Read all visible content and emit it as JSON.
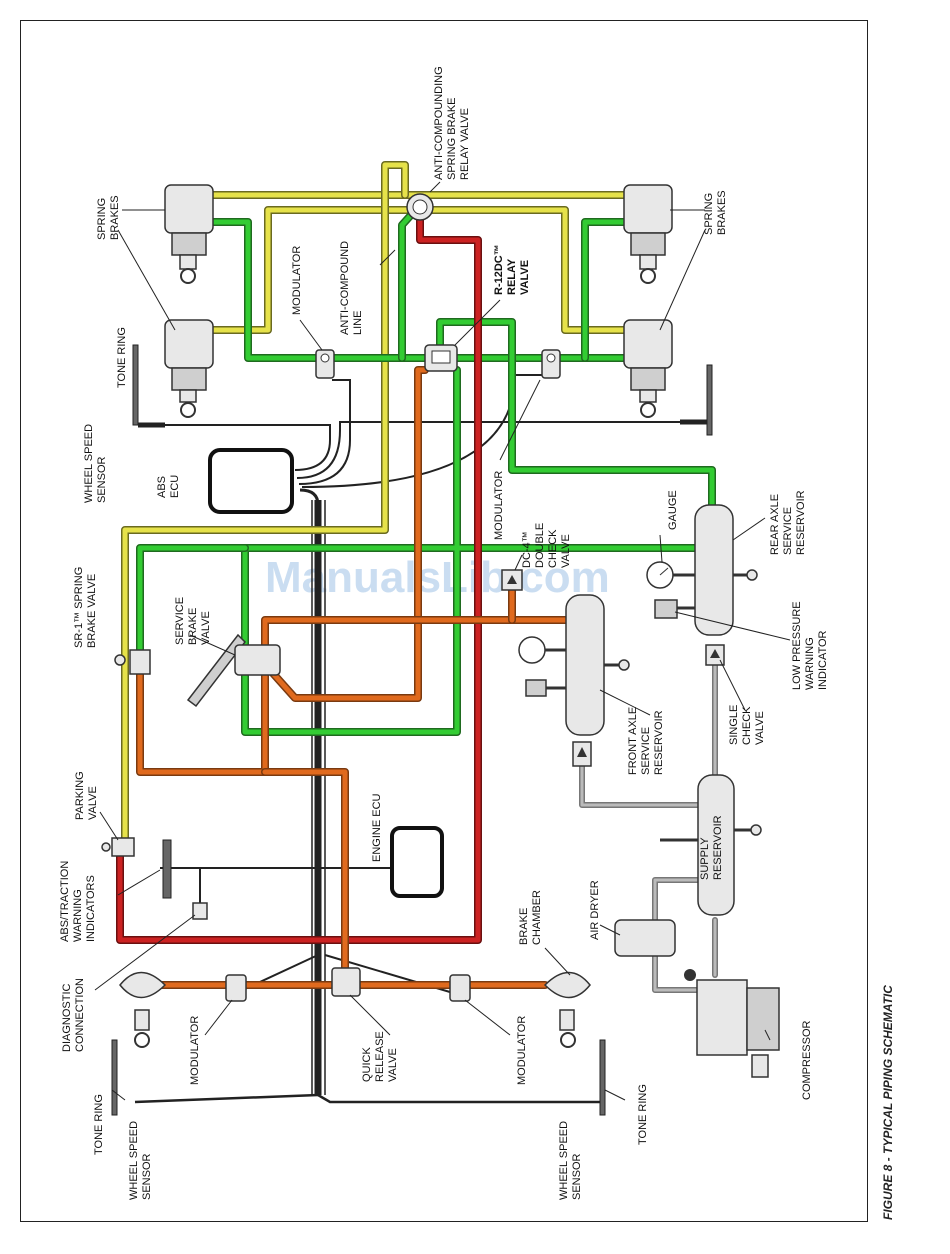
{
  "figure": {
    "caption": "FIGURE 8 - TYPICAL PIPING SCHEMATIC",
    "watermark": "ManualsLib.com"
  },
  "colors": {
    "yellow_line": "#e6e24a",
    "green_line": "#33cc33",
    "red_line": "#cc2222",
    "orange_line": "#e06a1e",
    "gray_line": "#9a9a9a",
    "black_wire": "#222222"
  },
  "labels": {
    "anti_compounding": [
      "ANTI-COMPOUNDING",
      "SPRING BRAKE",
      "RELAY VALVE"
    ],
    "spring_brakes_left": [
      "SPRING",
      "BRAKES"
    ],
    "spring_brakes_right": [
      "SPRING",
      "BRAKES"
    ],
    "modulator_top": [
      "MODULATOR"
    ],
    "anti_compound_line": [
      "ANTI-COMPOUND",
      "LINE"
    ],
    "relay_valve": [
      "R-12DC™",
      "RELAY",
      "VALVE"
    ],
    "tone_ring_top": [
      "TONE RING"
    ],
    "wheel_speed_top": [
      "WHEEL SPEED",
      "SENSOR"
    ],
    "abs_ecu": [
      "ABS",
      "ECU"
    ],
    "modulator_right": [
      "MODULATOR"
    ],
    "dc4": [
      "DC-4™",
      "DOUBLE",
      "CHECK",
      "VALVE"
    ],
    "gauge": [
      "GAUGE"
    ],
    "rear_reservoir": [
      "REAR AXLE",
      "SERVICE",
      "RESERVOIR"
    ],
    "sr1": [
      "SR-1™ SPRING",
      "BRAKE VALVE"
    ],
    "service_brake": [
      "SERVICE",
      "BRAKE",
      "VALVE"
    ],
    "low_pressure": [
      "LOW PRESSURE",
      "WARNING",
      "INDICATOR"
    ],
    "front_reservoir": [
      "FRONT AXLE",
      "SERVICE",
      "RESERVOIR"
    ],
    "single_check": [
      "SINGLE",
      "CHECK",
      "VALVE"
    ],
    "parking_valve": [
      "PARKING",
      "VALVE"
    ],
    "engine_ecu": [
      "ENGINE ECU"
    ],
    "supply_reservoir": [
      "SUPPLY",
      "RESERVOIR"
    ],
    "abs_traction": [
      "ABS/TRACTION",
      "WARNING",
      "INDICATORS"
    ],
    "brake_chamber": [
      "BRAKE",
      "CHAMBER"
    ],
    "air_dryer": [
      "AIR DRYER"
    ],
    "diagnostic": [
      "DIAGNOSTIC",
      "CONNECTION"
    ],
    "modulator_bl": [
      "MODULATOR"
    ],
    "quick_release": [
      "QUICK",
      "RELEASE",
      "VALVE"
    ],
    "modulator_bm": [
      "MODULATOR"
    ],
    "compressor": [
      "COMPRESSOR"
    ],
    "tone_ring_bl": [
      "TONE RING"
    ],
    "wheel_speed_bl": [
      "WHEEL SPEED",
      "SENSOR"
    ],
    "wheel_speed_br": [
      "WHEEL SPEED",
      "SENSOR"
    ],
    "tone_ring_br": [
      "TONE RING"
    ]
  }
}
